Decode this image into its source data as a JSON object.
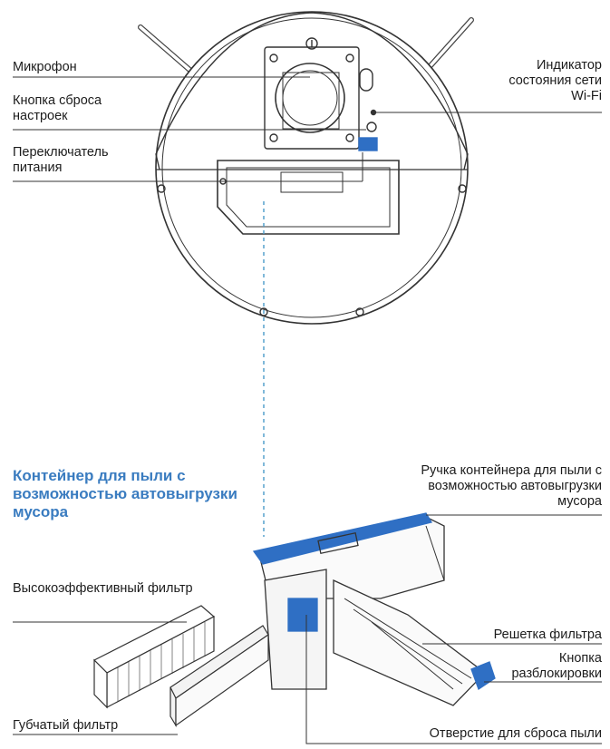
{
  "robot_labels": {
    "microphone": "Микрофон",
    "reset_button": "Кнопка сброса настроек",
    "power_switch": "Переключатель питания",
    "wifi_indicator": "Индикатор состояния сети Wi-Fi"
  },
  "bin_title": "Контейнер для пыли с возможностью автовыгрузки мусора",
  "bin_labels": {
    "handle": "Ручка контейнера для пыли с возможностью автовыгрузки мусора",
    "hepa_filter": "Высокоэффективный фильтр",
    "filter_grid": "Решетка фильтра",
    "unlock_button": "Кнопка разблокировки",
    "sponge_filter": "Губчатый фильтр",
    "dust_outlet": "Отверстие для сброса пыли"
  },
  "colors": {
    "accent": "#3a7cc0",
    "highlight": "#2f6fc4",
    "line": "#333333",
    "dashed_connector": "#4a9bc9"
  }
}
